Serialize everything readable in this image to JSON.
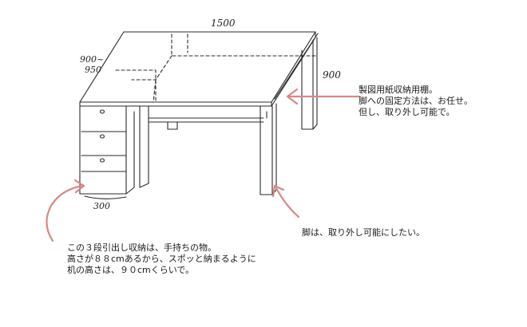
{
  "dimensions": {
    "width": "1500",
    "depth_right": "900",
    "depth_left_line1": "900~",
    "depth_left_line2": "950",
    "drawer_width": "300"
  },
  "notes": {
    "shelf": [
      "製図用紙収納用棚。",
      "脚への固定方法は、お任せ。",
      "但し、取り外し可能で。"
    ],
    "leg": "脚は、取り外し可能にしたい。",
    "drawer": [
      "この３段引出し収納は、手持ちの物。",
      "高さが８８cmあるから、スポッと納まるように",
      "机の高さは、９０cmくらいで。"
    ]
  },
  "colors": {
    "line": "#2a2a2a",
    "arrow": "#d98686",
    "text": "#1a1a1a"
  }
}
